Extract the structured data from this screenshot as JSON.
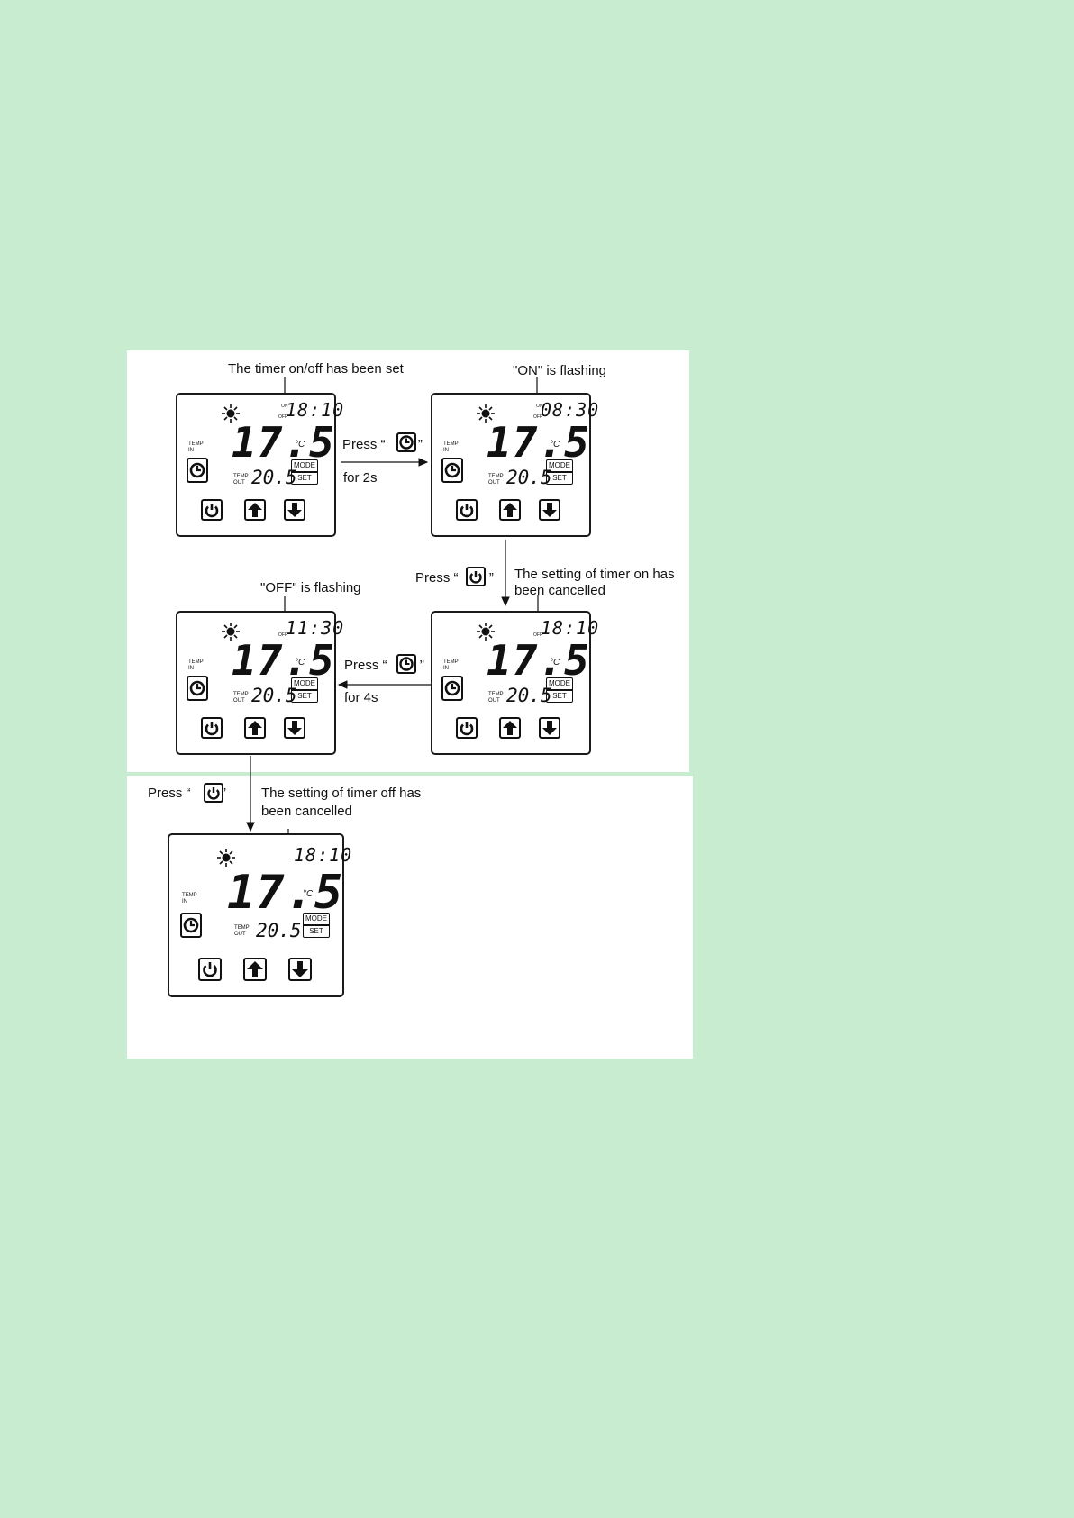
{
  "captions": {
    "top_left": "The timer on/off has been set",
    "top_right": "\"ON\" is flashing",
    "press_timer_2s_a": "Press “",
    "press_timer_2s_b": "”",
    "for_2s": "for 2s",
    "press_power_a": "Press “",
    "press_power_b": "”",
    "cancel_on_1": "The setting of timer on has",
    "cancel_on_2": "been cancelled",
    "off_flashing": "\"OFF\" is flashing",
    "press_timer_4s_a": "Press “",
    "press_timer_4s_b": "”",
    "for_4s": "for 4s",
    "press_power2_a": "Press “",
    "press_power2_b": "”",
    "cancel_off_1": "The setting of timer off has",
    "cancel_off_2": "been cancelled"
  },
  "lcd_common": {
    "temp_in_1": "TEMP",
    "temp_in_2": "IN",
    "temp_out_1": "TEMP",
    "temp_out_2": "OUT",
    "main_value": "17.5",
    "unit": "°C",
    "out_value": "20.5",
    "mode": "MODE",
    "set": "SET",
    "on": "ON",
    "off": "OFF"
  },
  "screens": [
    {
      "clock": "18:10",
      "shows_on": true,
      "shows_off": true
    },
    {
      "clock": "08:30",
      "shows_on": true,
      "shows_off": true
    },
    {
      "clock": "18:10",
      "shows_on": false,
      "shows_off": true
    },
    {
      "clock": "11:30",
      "shows_on": false,
      "shows_off": true
    },
    {
      "clock": "18:10",
      "shows_on": false,
      "shows_off": false
    }
  ],
  "colors": {
    "background": "#c8ecd0",
    "panel": "#ffffff",
    "ink": "#111111"
  },
  "icons": [
    "sun-icon",
    "clock-icon",
    "power-icon",
    "up-arrow-icon",
    "down-arrow-icon"
  ]
}
